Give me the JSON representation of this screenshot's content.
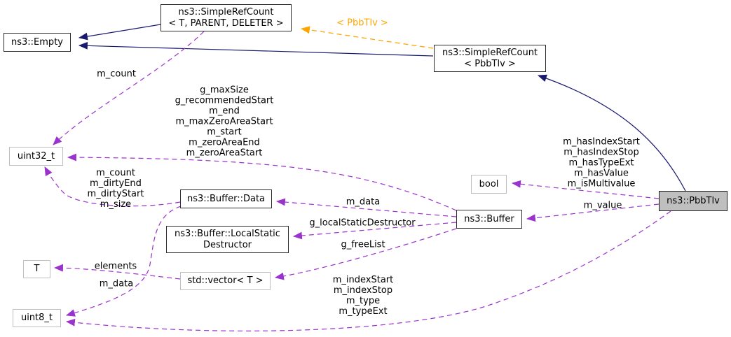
{
  "colors": {
    "inheritance_edge": "#191970",
    "usage_edge": "#9a32cd",
    "template_edge": "#ffa500",
    "linked_node_border": "#2b2b2b",
    "plain_node_border": "#bfbfbf",
    "focus_node_fill": "#bfbfbf",
    "background": "#ffffff"
  },
  "nodes": {
    "empty": "ns3::Empty",
    "simplerefcount_template": "ns3::SimpleRefCount\n< T, PARENT, DELETER >",
    "simplerefcount_pbbtlv": "ns3::SimpleRefCount\n< PbbTlv >",
    "uint32_t": "uint32_t",
    "buffer_data": "ns3::Buffer::Data",
    "bool": "bool",
    "buffer": "ns3::Buffer",
    "local_static_destructor": "ns3::Buffer::LocalStatic\nDestructor",
    "t": "T",
    "std_vector": "std::vector< T >",
    "uint8_t": "uint8_t",
    "pbbtlv": "ns3::PbbTlv"
  },
  "edge_labels": {
    "template_args": "< PbbTlv >",
    "simplerefcount_to_uint32": "m_count",
    "buffer_to_uint32": "g_maxSize\ng_recommendedStart\nm_end\nm_maxZeroAreaStart\nm_start\nm_zeroAreaEnd\nm_zeroAreaStart",
    "bufferdata_to_uint32": "m_count\nm_dirtyEnd\nm_dirtyStart\nm_size",
    "pbbtlv_to_bool": "m_hasIndexStart\nm_hasIndexStop\nm_hasTypeExt\nm_hasValue\nm_isMultivalue",
    "pbbtlv_to_buffer": "m_value",
    "buffer_to_bufferdata": "m_data",
    "buffer_to_localstatic": "g_localStaticDestructor",
    "buffer_to_vector": "g_freeList",
    "vector_to_t": "elements",
    "bufferdata_to_uint8": "m_data",
    "pbbtlv_to_uint8": "m_indexStart\nm_indexStop\nm_type\nm_typeExt"
  }
}
